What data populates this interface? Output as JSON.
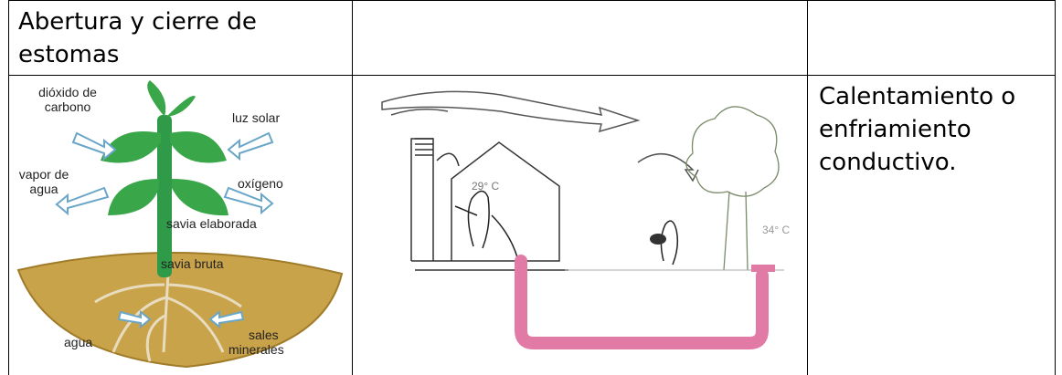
{
  "table": {
    "header_row": {
      "col1_text": "Abertura y cierre de estomas",
      "col2_text": "",
      "col3_text": ""
    },
    "body_row": {
      "col3_text": "Calentamiento o enfriamiento conductivo."
    }
  },
  "plant_figure": {
    "labels": {
      "co2": "dióxido de carbono",
      "light": "luz solar",
      "vapor": "vapor de agua",
      "oxygen": "oxígeno",
      "elaborated_sap": "savia elaborada",
      "raw_sap": "savia bruta",
      "water": "agua",
      "minerals": "sales minerales"
    }
  },
  "house_figure": {
    "labels": {
      "indoor_temp": "29° C",
      "outdoor_temp": "34° C"
    }
  },
  "colors": {
    "soil": "#c9a34a",
    "leaf": "#3aa64a",
    "pipe": "#e27aa6",
    "border": "#000000"
  }
}
